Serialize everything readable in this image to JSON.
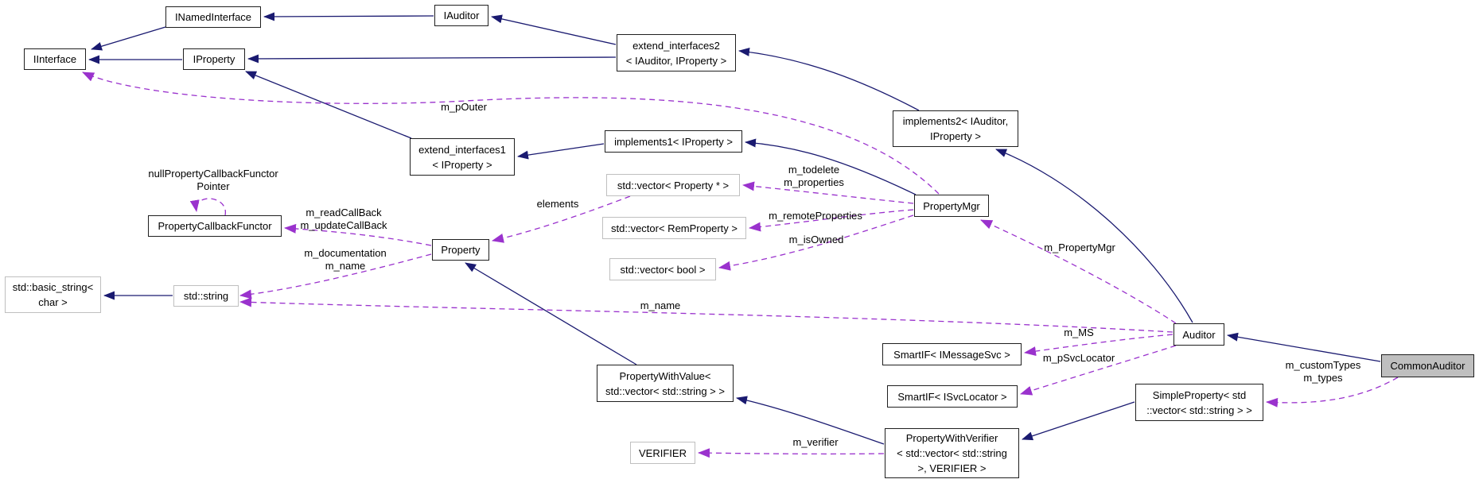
{
  "diagram": {
    "type": "class-collaboration-graph",
    "colors": {
      "solid_edge": "#1a1a70",
      "dashed_edge": "#9a32cd",
      "node_border": "#1f1f1f",
      "template_border": "#bfbfbf",
      "selected_fill": "#bfbfbf",
      "background": "#ffffff",
      "text": "#000000"
    },
    "nodes": {
      "iinterface": {
        "label": "IInterface"
      },
      "inamedinterface": {
        "label": "INamedInterface"
      },
      "iauditor": {
        "label": "IAuditor"
      },
      "iproperty": {
        "label": "IProperty"
      },
      "extend_interfaces2": {
        "lines": [
          "extend_interfaces2",
          "< IAuditor, IProperty >"
        ]
      },
      "implements2": {
        "lines": [
          "implements2< IAuditor,",
          "IProperty >"
        ]
      },
      "extend_interfaces1": {
        "lines": [
          "extend_interfaces1",
          "< IProperty >"
        ]
      },
      "implements1": {
        "label": "implements1< IProperty >"
      },
      "vec_property": {
        "label": "std::vector< Property * >"
      },
      "vec_remproperty": {
        "label": "std::vector< RemProperty >"
      },
      "vec_bool": {
        "label": "std::vector< bool >"
      },
      "propertymgr": {
        "label": "PropertyMgr"
      },
      "propertycallbackfunctor": {
        "label": "PropertyCallbackFunctor"
      },
      "property": {
        "label": "Property"
      },
      "basic_string": {
        "lines": [
          "std::basic_string<",
          "char >"
        ]
      },
      "std_string": {
        "label": "std::string"
      },
      "propertywithvalue": {
        "lines": [
          "PropertyWithValue<",
          "std::vector< std::string > >"
        ]
      },
      "smartif_imessagesvc": {
        "label": "SmartIF< IMessageSvc >"
      },
      "smartif_isvclocator": {
        "label": "SmartIF< ISvcLocator >"
      },
      "propertywithverifier": {
        "lines": [
          "PropertyWithVerifier",
          "< std::vector< std::string",
          ">, VERIFIER >"
        ]
      },
      "verifier": {
        "label": "VERIFIER"
      },
      "simpleproperty": {
        "lines": [
          "SimpleProperty< std",
          "::vector< std::string > >"
        ]
      },
      "auditor": {
        "label": "Auditor"
      },
      "commonauditor": {
        "label": "CommonAuditor"
      }
    },
    "edge_labels": {
      "m_pouter": "m_pOuter",
      "null_functor_pointer": [
        "nullPropertyCallbackFunctor",
        "Pointer"
      ],
      "read_update": [
        "m_readCallBack",
        "m_updateCallBack"
      ],
      "doc_name": [
        "m_documentation",
        "m_name"
      ],
      "elements": "elements",
      "todelete_properties": [
        "m_todelete",
        "m_properties"
      ],
      "m_remoteproperties": "m_remoteProperties",
      "m_isowned": "m_isOwned",
      "m_name": "m_name",
      "m_propertymgr": "m_PropertyMgr",
      "m_ms": "m_MS",
      "m_psvclocator": "m_pSvcLocator",
      "customtypes_types": [
        "m_customTypes",
        "m_types"
      ],
      "m_verifier": "m_verifier"
    }
  }
}
